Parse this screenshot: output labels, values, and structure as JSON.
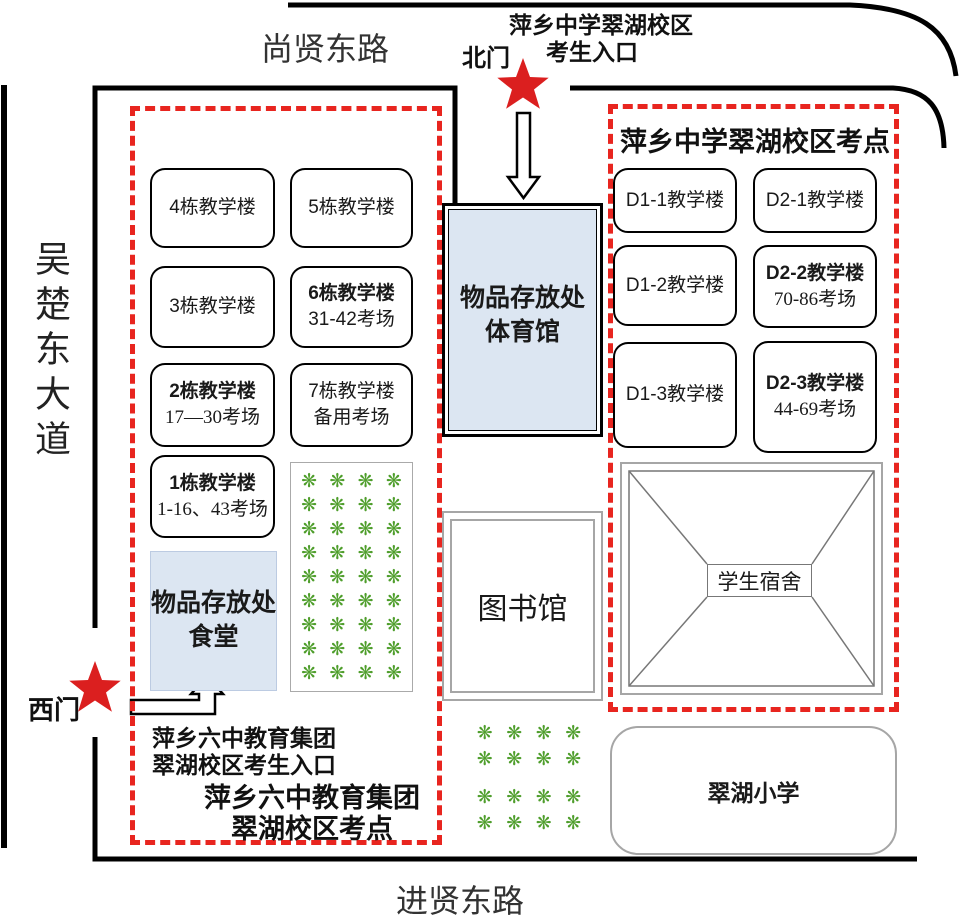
{
  "roads": {
    "top": "尚贤东路",
    "left": "吴楚东大道",
    "bottom": "进贤东路"
  },
  "gates": {
    "north": {
      "label": "北门",
      "entrance_line1": "萍乡中学翠湖校区",
      "entrance_line2": "考生入口"
    },
    "west": {
      "label": "西门",
      "entrance_line1": "萍乡六中教育集团",
      "entrance_line2": "翠湖校区考生入口"
    }
  },
  "left_campus": {
    "site_title_line1": "萍乡六中教育集团",
    "site_title_line2": "翠湖校区考点",
    "buildings": [
      {
        "name": "4栋教学楼"
      },
      {
        "name": "5栋教学楼"
      },
      {
        "name": "3栋教学楼"
      },
      {
        "name": "6栋教学楼",
        "sub": "31-42考场"
      },
      {
        "name": "2栋教学楼",
        "sub": "17—30考场"
      },
      {
        "name": "7栋教学楼",
        "sub": "备用考场"
      },
      {
        "name": "1栋教学楼",
        "sub": "1-16、43考场"
      }
    ],
    "canteen_line1": "物品存放处",
    "canteen_line2": "食堂"
  },
  "middle": {
    "gym_line1": "物品存放处",
    "gym_line2": "体育馆",
    "library": "图书馆"
  },
  "right_campus": {
    "site_title": "萍乡中学翠湖校区考点",
    "buildings": [
      {
        "name": "D1-1教学楼"
      },
      {
        "name": "D2-1教学楼"
      },
      {
        "name": "D1-2教学楼"
      },
      {
        "name": "D2-2教学楼",
        "sub": "70-86考场"
      },
      {
        "name": "D1-3教学楼"
      },
      {
        "name": "D2-3教学楼",
        "sub": "44-69考场"
      }
    ],
    "dorm": "学生宿舍",
    "primary_school": "翠湖小学"
  },
  "trees": {
    "glyph": "❋",
    "grid1": {
      "rows": 9,
      "cols": 4
    },
    "grid2a": {
      "rows": 2,
      "cols": 4
    },
    "grid2b": {
      "rows": 2,
      "cols": 4
    }
  },
  "colors": {
    "red": "#e8251f",
    "light_blue": "#dce6f2",
    "tree_green": "#4f9e2c"
  }
}
